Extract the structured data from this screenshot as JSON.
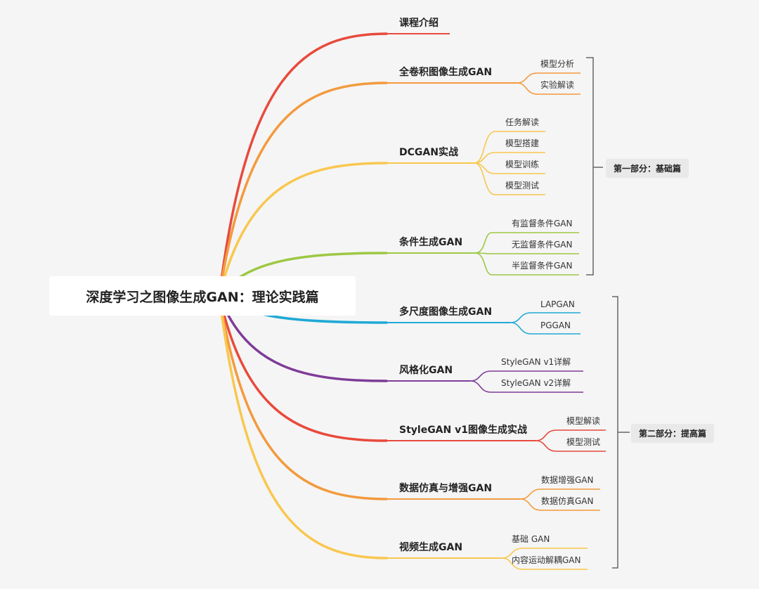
{
  "root": {
    "title": "深度学习之图像生成GAN：理论实践篇"
  },
  "branches": [
    {
      "label": "课程介绍",
      "color": "#e84a3c",
      "children": []
    },
    {
      "label": "全卷积图像生成GAN",
      "color": "#f39a3d",
      "children": [
        "模型分析",
        "实验解读"
      ]
    },
    {
      "label": "DCGAN实战",
      "color": "#f9c74f",
      "children": [
        "任务解读",
        "模型搭建",
        "模型训练",
        "模型测试"
      ]
    },
    {
      "label": "条件生成GAN",
      "color": "#9dc843",
      "children": [
        "有监督条件GAN",
        "无监督条件GAN",
        "半监督条件GAN"
      ]
    },
    {
      "label": "多尺度图像生成GAN",
      "color": "#1fa9d6",
      "children": [
        "LAPGAN",
        "PGGAN"
      ]
    },
    {
      "label": "风格化GAN",
      "color": "#7e3c97",
      "children": [
        "StyleGAN v1详解",
        "StyleGAN v2详解"
      ]
    },
    {
      "label": "StyleGAN v1图像生成实战",
      "color": "#e84a3c",
      "children": [
        "模型解读",
        "模型测试"
      ]
    },
    {
      "label": "数据仿真与增强GAN",
      "color": "#f39a3d",
      "children": [
        "数据增强GAN",
        "数据仿真GAN"
      ]
    },
    {
      "label": "视频生成GAN",
      "color": "#f9c74f",
      "children": [
        "基础 GAN",
        "内容运动解耦GAN"
      ]
    }
  ],
  "parts": [
    {
      "label": "第一部分：基础篇"
    },
    {
      "label": "第二部分：提高篇"
    }
  ]
}
